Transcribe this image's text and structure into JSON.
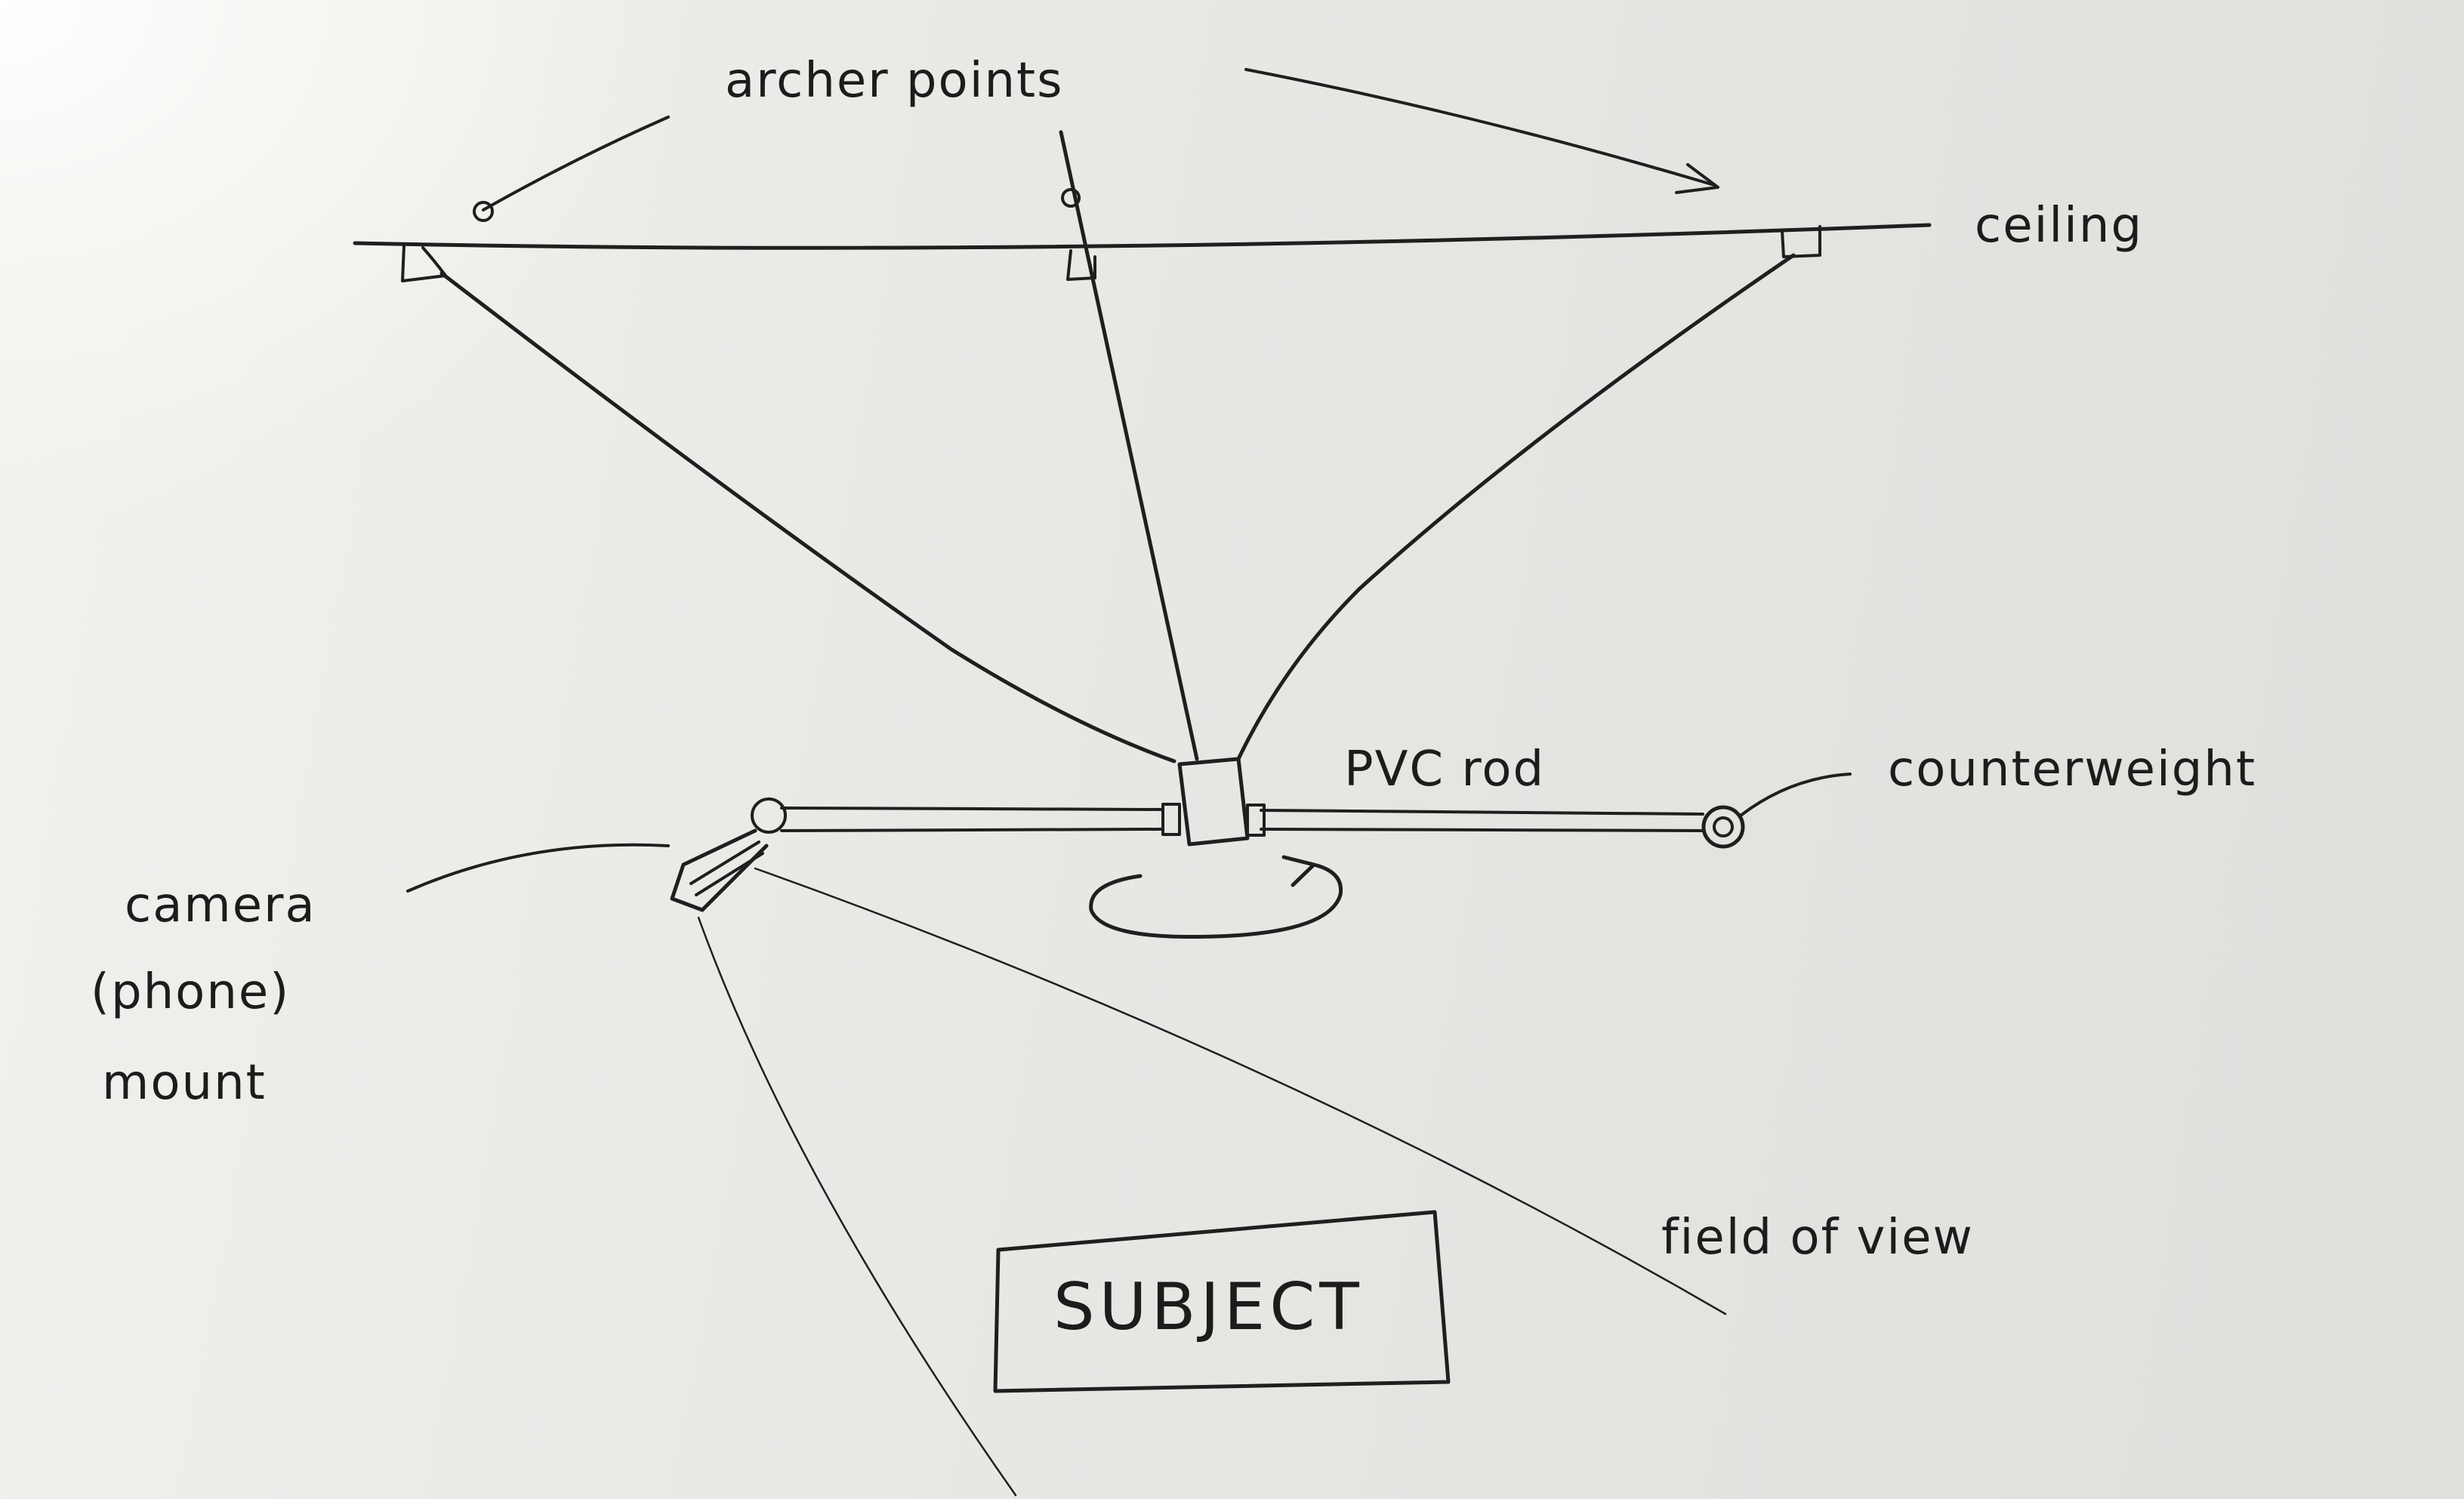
{
  "labels": {
    "anchor_points": "archer points",
    "ceiling": "ceiling",
    "pvc_rod": "PVC rod",
    "counterweight": "counterweight",
    "camera_line1": "camera",
    "camera_line2": "(phone)",
    "camera_line3": "mount",
    "field_of_view": "field of view",
    "subject": "SUBJECT"
  },
  "colors": {
    "ink": "#1f1f1f",
    "paper": "#e9e9e6"
  }
}
